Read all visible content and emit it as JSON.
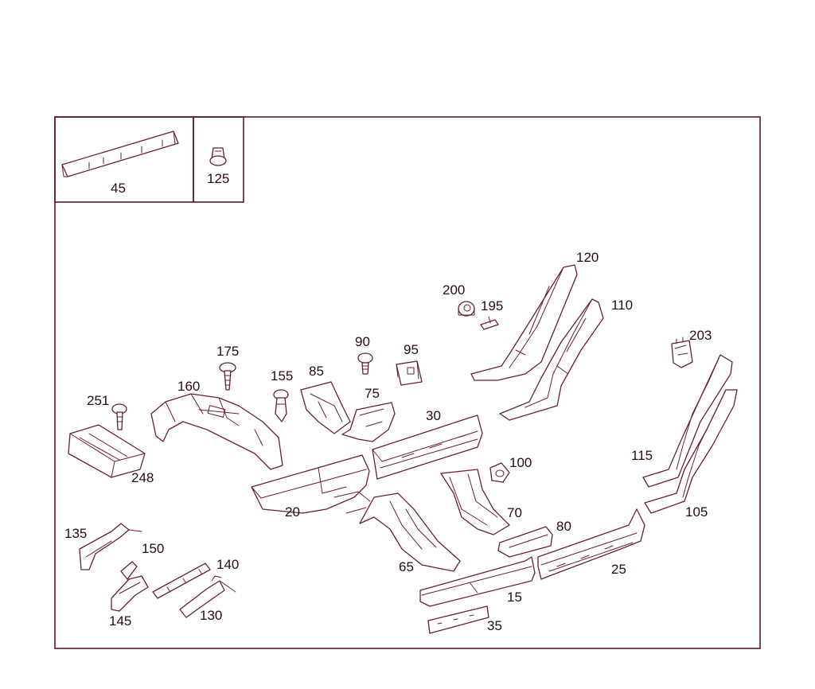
{
  "colors": {
    "line": "#6b1f2f",
    "frame": "#5a1a2a",
    "text": "#2a0b12",
    "background": "#ffffff"
  },
  "parts": [
    {
      "id": "p45",
      "label": "45"
    },
    {
      "id": "p125",
      "label": "125"
    },
    {
      "id": "p120",
      "label": "120"
    },
    {
      "id": "p200",
      "label": "200"
    },
    {
      "id": "p195",
      "label": "195"
    },
    {
      "id": "p110",
      "label": "110"
    },
    {
      "id": "p90",
      "label": "90"
    },
    {
      "id": "p95",
      "label": "95"
    },
    {
      "id": "p203",
      "label": "203"
    },
    {
      "id": "p175",
      "label": "175"
    },
    {
      "id": "p155",
      "label": "155"
    },
    {
      "id": "p85",
      "label": "85"
    },
    {
      "id": "p75",
      "label": "75"
    },
    {
      "id": "p160",
      "label": "160"
    },
    {
      "id": "p251",
      "label": "251"
    },
    {
      "id": "p30",
      "label": "30"
    },
    {
      "id": "p248",
      "label": "248"
    },
    {
      "id": "p100",
      "label": "100"
    },
    {
      "id": "p115",
      "label": "115"
    },
    {
      "id": "p20",
      "label": "20"
    },
    {
      "id": "p70",
      "label": "70"
    },
    {
      "id": "p105",
      "label": "105"
    },
    {
      "id": "p135",
      "label": "135"
    },
    {
      "id": "p80",
      "label": "80"
    },
    {
      "id": "p150",
      "label": "150"
    },
    {
      "id": "p140",
      "label": "140"
    },
    {
      "id": "p65",
      "label": "65"
    },
    {
      "id": "p25",
      "label": "25"
    },
    {
      "id": "p15",
      "label": "15"
    },
    {
      "id": "p145",
      "label": "145"
    },
    {
      "id": "p130",
      "label": "130"
    },
    {
      "id": "p35",
      "label": "35"
    }
  ]
}
